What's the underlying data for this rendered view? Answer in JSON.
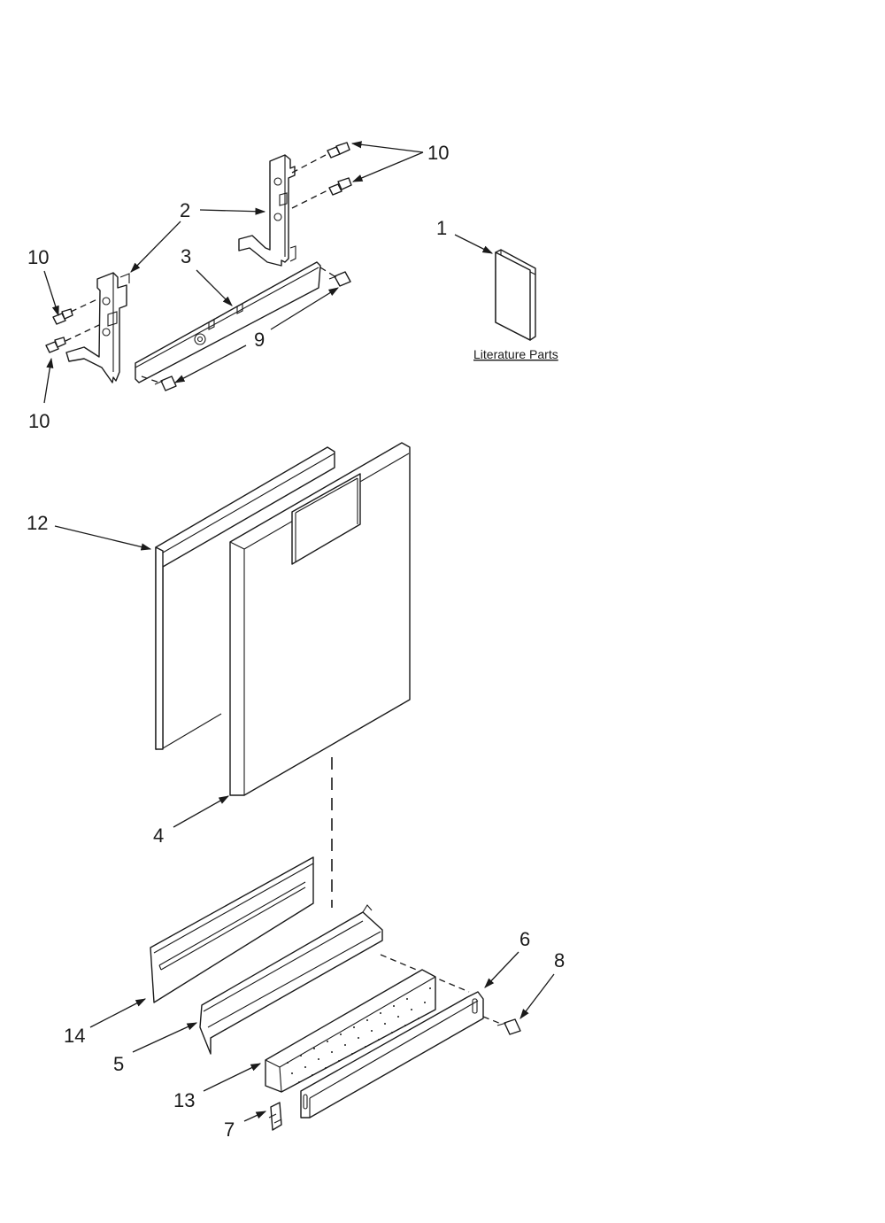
{
  "callouts": {
    "c1": "1",
    "c2": "2",
    "c3": "3",
    "c4": "4",
    "c5": "5",
    "c6": "6",
    "c7": "7",
    "c8": "8",
    "c9": "9",
    "c10_top": "10",
    "c10_left_upper": "10",
    "c10_left_lower": "10",
    "c12": "12",
    "c13": "13",
    "c14": "14"
  },
  "literature_label": "Literature Parts",
  "colors": {
    "line": "#1a1a1a",
    "background": "#ffffff"
  }
}
